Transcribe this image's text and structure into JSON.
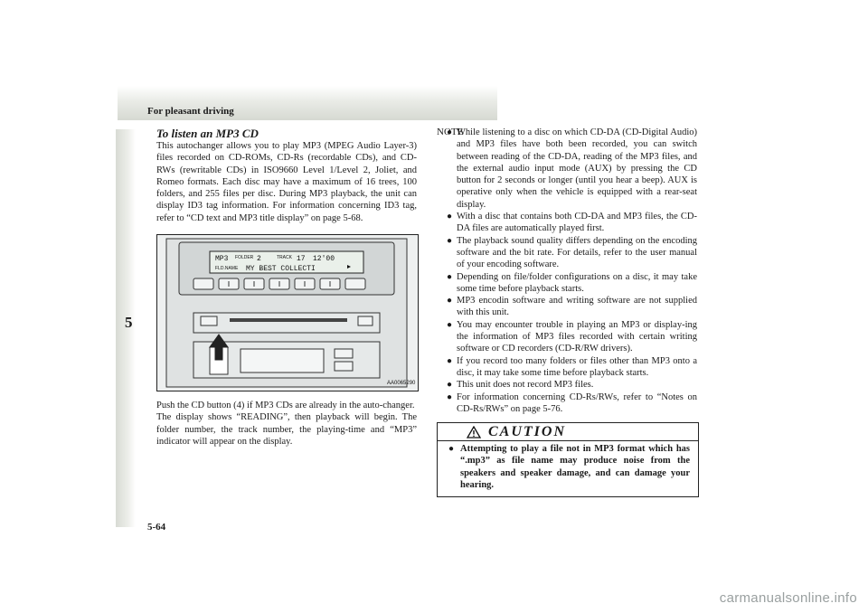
{
  "header": {
    "title": "For pleasant driving"
  },
  "side_tab": {
    "number": "5"
  },
  "page_number": "5-64",
  "left": {
    "heading": "To listen an MP3 CD",
    "intro": "This autochanger allows you to play MP3 (MPEG Audio Layer-3) files recorded on CD-ROMs, CD-Rs (recordable CDs), and CD-RWs (rewritable CDs) in ISO9660 Level 1/Level 2, Joliet, and Romeo formats. Each disc may have a maximum of 16 trees, 100 folders, and 255 files per disc. During MP3 playback, the unit can display ID3 tag information. For information concerning ID3 tag, refer to “CD text and MP3 title display” on page 5-68.",
    "after_figure_1": "Push the CD button (4) if MP3 CDs are already in the auto-changer.",
    "after_figure_2": "The display shows “READING”, then playback will begin. The folder number, the track number, the playing-time and “MP3” indicator will appear on the display."
  },
  "figure": {
    "display_mode": "MP3",
    "folder_label": "FOLDER",
    "folder_value": "2",
    "track_label": "TRACK",
    "track_value": "17",
    "time_value": "12'00",
    "fld_name_label": "FLD.NAME",
    "fld_name_value": "MY BEST COLLECTI",
    "figure_code": "AA0065290"
  },
  "right": {
    "note_label": "NOTE",
    "notes": [
      "While listening to a disc on which CD-DA (CD-Digital Audio) and MP3 files have both been recorded, you can switch between reading of the CD-DA, reading of the MP3 files, and the external audio input mode (AUX) by pressing the CD button for 2 seconds or longer (until you hear a beep). AUX is operative only when the vehicle is equipped with a rear-seat display.",
      "With a disc that contains both CD-DA and MP3 files, the CD-DA files are automatically played first.",
      "The playback sound quality differs depending on the encoding software and the bit rate. For details, refer to the user manual of your encoding software.",
      "Depending on file/folder configurations on a disc, it may take some time before playback starts.",
      "MP3 encodin software and writing software are not supplied with this unit.",
      "You may encounter trouble in playing an MP3 or display-ing the information of MP3 files recorded with certain writing software or CD recorders (CD-R/RW drivers).",
      "If you record too many folders or files other than MP3 onto a disc, it may take some time before playback starts.",
      "This unit does not record MP3 files.",
      "For information concerning CD-Rs/RWs, refer to “Notes on CD-Rs/RWs” on page 5-76."
    ],
    "caution_title": "CAUTION",
    "caution_items": [
      "Attempting to play a file not in MP3 format which has “.mp3” as file name may produce noise from the speakers and speaker damage, and can damage your hearing."
    ]
  },
  "watermark": "carmanualsonline.info"
}
